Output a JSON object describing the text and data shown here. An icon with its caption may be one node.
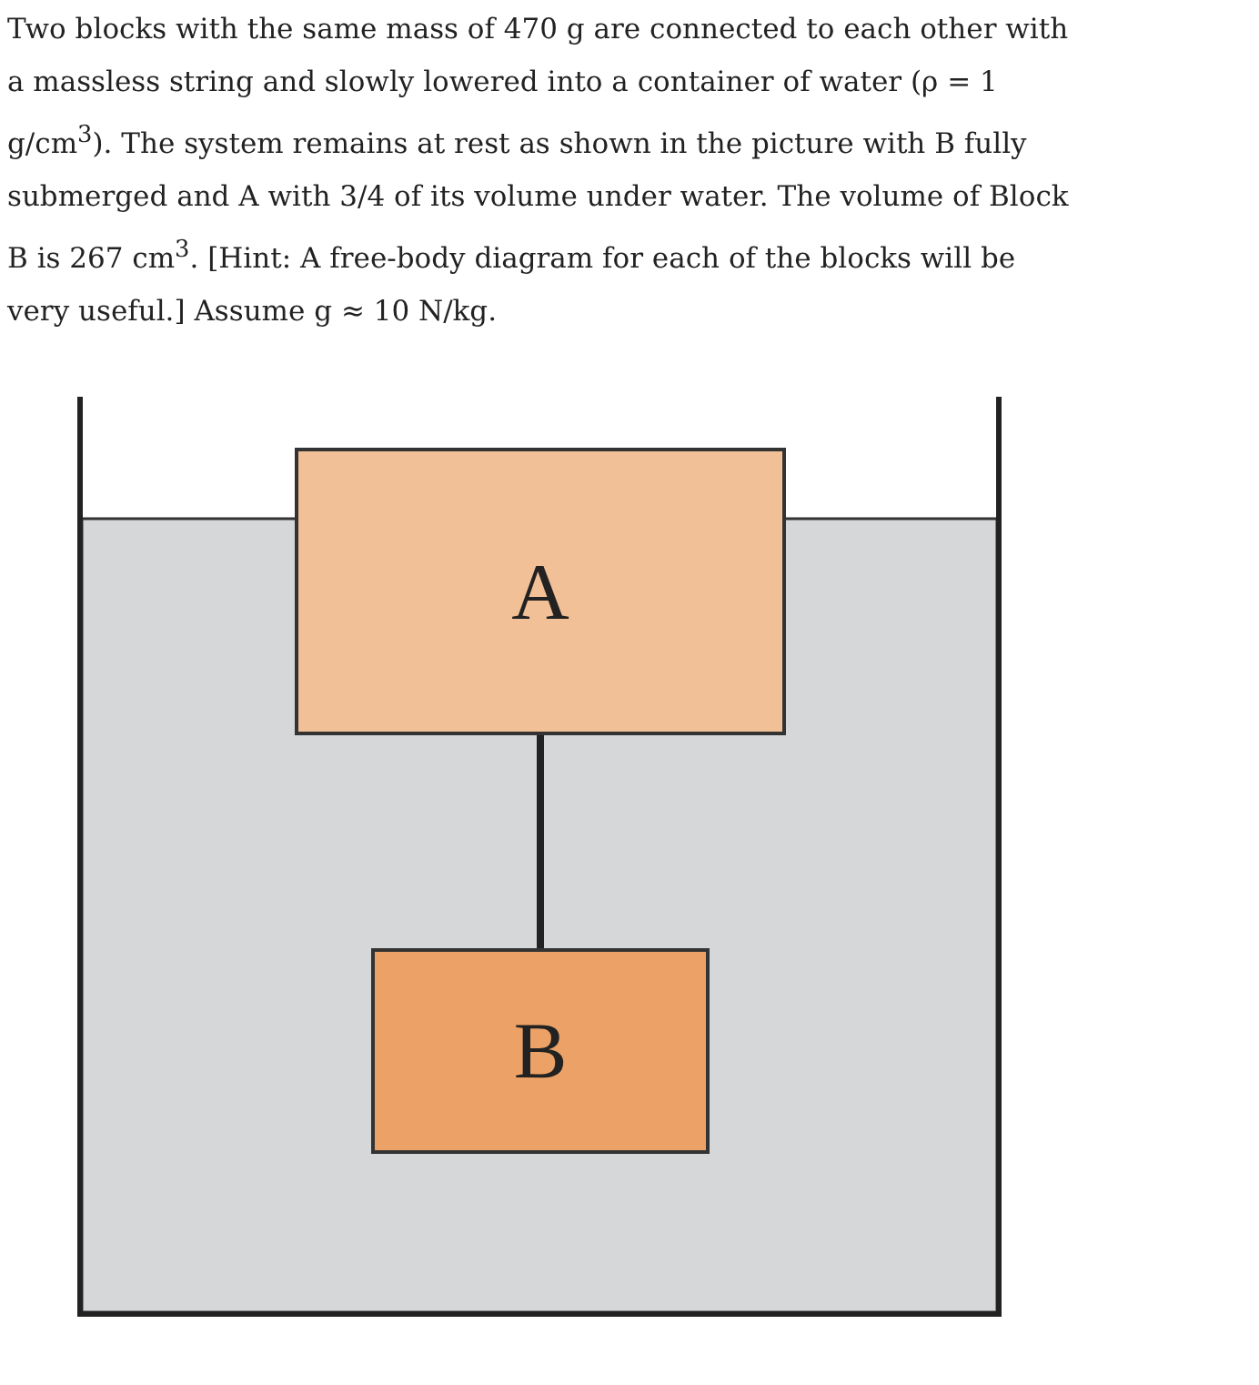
{
  "diagram": {
    "nodes": [
      {
        "text": [
          "A"
        ]
      },
      {
        "text": [
          "B"
        ]
      }
    ],
    "edges": [
      {
        "from": 0,
        "to": 1,
        "arrow": "none"
      }
    ],
    "labels": [
      "Two blocks with the same mass of 470 g are connected to each other with a massless string and slowly lowered into a container of water (ρ = 1 g/cm$^{3}$). The system remains at rest as shown in the picture with B fully submerged and A with 3/4 of its volume under water. The volume of Block B is 267 cm$^{3}$. [Hint: A free-body diagram for each of the blocks will be very useful.] Assume g ≈ 10 N/kg."
    ]
  }
}
